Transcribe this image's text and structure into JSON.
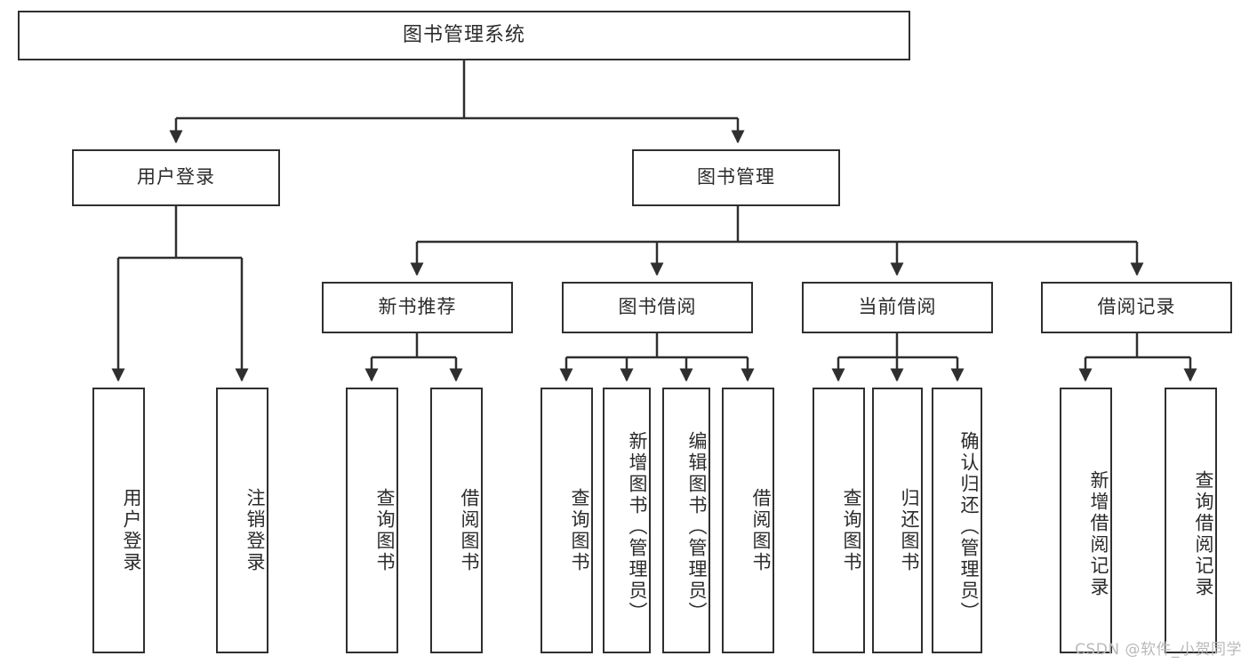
{
  "diagram": {
    "title": "图书管理系统",
    "type": "tree-hierarchy-chart",
    "line_color": "#2f2f2f",
    "box_fill": "#ffffff",
    "text_color": "#2b2b2b",
    "root": {
      "id": "root",
      "label": "图书管理系统"
    },
    "level2": [
      {
        "id": "user-login",
        "label": "用户登录"
      },
      {
        "id": "book-manage",
        "label": "图书管理"
      }
    ],
    "level3": [
      {
        "id": "new-book-rec",
        "label": "新书推荐"
      },
      {
        "id": "book-borrow",
        "label": "图书借阅"
      },
      {
        "id": "current-borrow",
        "label": "当前借阅"
      },
      {
        "id": "borrow-record",
        "label": "借阅记录"
      }
    ],
    "leaves": {
      "user_login": [
        {
          "id": "leaf-user-login",
          "label": "用户登录"
        },
        {
          "id": "leaf-logout",
          "label": "注销登录"
        }
      ],
      "new_book_rec": [
        {
          "id": "leaf-query-book-1",
          "label": "查询图书"
        },
        {
          "id": "leaf-borrow-book-1",
          "label": "借阅图书"
        }
      ],
      "book_borrow": [
        {
          "id": "leaf-query-book-2",
          "label": "查询图书"
        },
        {
          "id": "leaf-add-book",
          "label": "新增图书（管理员）"
        },
        {
          "id": "leaf-edit-book",
          "label": "编辑图书（管理员）"
        },
        {
          "id": "leaf-borrow-book-2",
          "label": "借阅图书"
        }
      ],
      "current_borrow": [
        {
          "id": "leaf-query-book-3",
          "label": "查询图书"
        },
        {
          "id": "leaf-return-book",
          "label": "归还图书"
        },
        {
          "id": "leaf-confirm-return",
          "label": "确认归还（管理员）"
        }
      ],
      "borrow_record": [
        {
          "id": "leaf-add-record",
          "label": "新增借阅记录"
        },
        {
          "id": "leaf-query-record",
          "label": "查询借阅记录"
        }
      ]
    }
  },
  "watermark": {
    "text": "CSDN @软件_小贺同学"
  }
}
